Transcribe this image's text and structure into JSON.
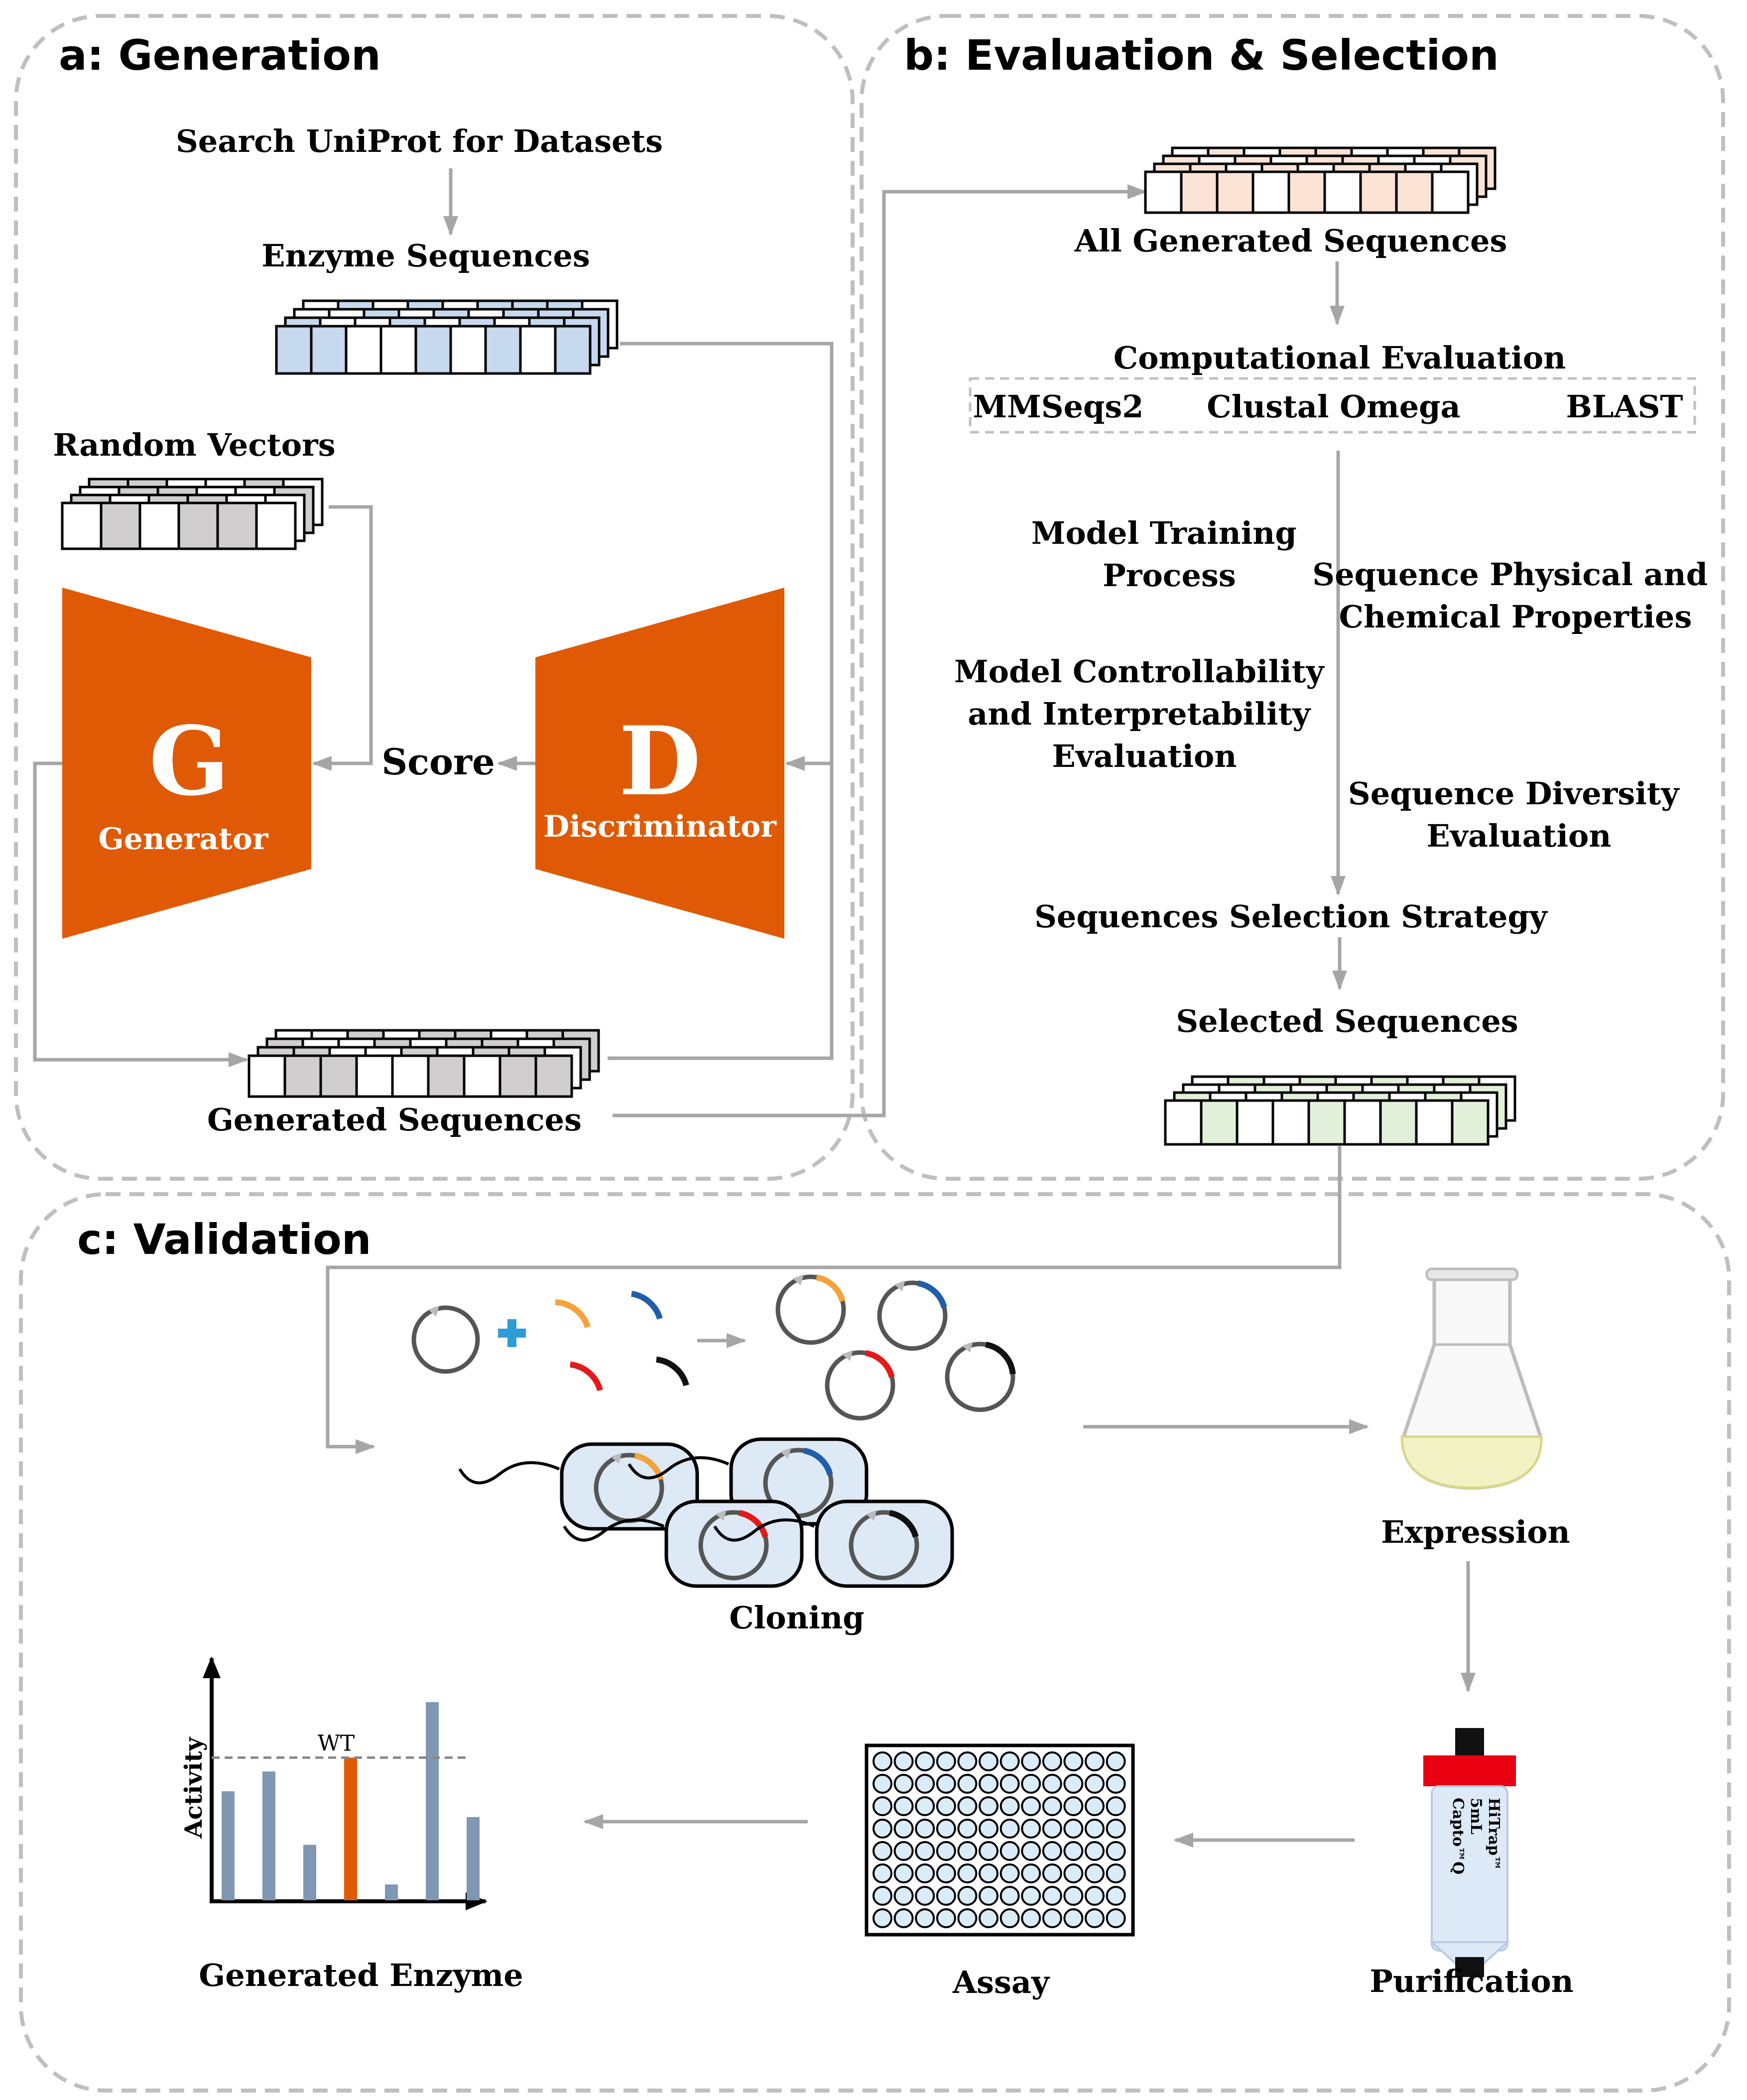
{
  "panels": {
    "a": {
      "letter": "a",
      "title": ": Generation"
    },
    "b": {
      "letter": "b",
      "title": ": Evaluation & Selection"
    },
    "c": {
      "letter": "c",
      "title": ": Validation"
    }
  },
  "generation": {
    "search": "Search UniProt for Datasets",
    "enzyme_sequences": "Enzyme Sequences",
    "random_vectors": "Random Vectors",
    "generator_letter": "G",
    "generator_label": "Generator",
    "discriminator_letter": "D",
    "discriminator_label": "Discriminator",
    "score": "Score",
    "generated_sequences": "Generated Sequences"
  },
  "evaluation": {
    "all_generated": "All Generated Sequences",
    "computational_evaluation": "Computational Evaluation",
    "tools": [
      "MMSeqs2",
      "Clustal Omega",
      "BLAST"
    ],
    "model_training": [
      "Model Training",
      "Process"
    ],
    "model_controllability": [
      "Model Controllability",
      "and Interpretability",
      "Evaluation"
    ],
    "physical_chemical": [
      "Sequence Physical and",
      "Chemical Properties"
    ],
    "diversity": [
      "Sequence Diversity",
      "Evaluation"
    ],
    "selection_strategy": "Sequences Selection Strategy",
    "selected_sequences": "Selected Sequences"
  },
  "validation": {
    "cloning": "Cloning",
    "expression": "Expression",
    "purification": "Purification",
    "assay": "Assay",
    "generated_enzyme": "Generated Enzyme",
    "column_label_lines": [
      "HiTrap™",
      "5mL",
      "Capto™Q"
    ],
    "chart_ylabel": "Activity",
    "chart_wt_label": "WT"
  },
  "colors": {
    "orange": "#E05A05",
    "arrow_gray": "#A6A6A6",
    "border_gray": "#BFBFBF",
    "enzyme_fill": "#C6D9EE",
    "generated_fill": "#D0CECE",
    "all_generated_fill": "#FBE3D6",
    "selected_fill": "#E2F0D9",
    "bar_blue": "#7F97B2",
    "bar_wt": "#E05A05",
    "insert_orange": "#F5A23A",
    "insert_blue": "#1F5FA8",
    "insert_red": "#E31A1C",
    "insert_black": "#111111",
    "cell_fill": "#DDE9F5",
    "plus_blue": "#2E9BD6",
    "column_red": "#E80010"
  },
  "chart_data": {
    "type": "bar",
    "ylabel": "Activity",
    "reference_label": "WT",
    "reference_value": 0.72,
    "values": [
      0.55,
      0.65,
      0.28,
      0.72,
      0.08,
      1.0,
      0.42
    ],
    "highlight_index": 3
  }
}
